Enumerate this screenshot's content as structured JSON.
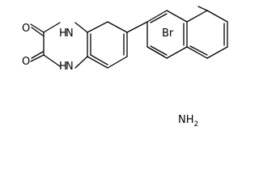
{
  "molecule": {
    "atom_labels": {
      "o_top": "O",
      "o_bottom": "O",
      "nh_top_h": "H",
      "nh_top_n": "N",
      "nh_bottom_h": "H",
      "nh_bottom_n": "N",
      "br": "Br",
      "nh2_main": "NH",
      "nh2_sub": "2"
    }
  }
}
